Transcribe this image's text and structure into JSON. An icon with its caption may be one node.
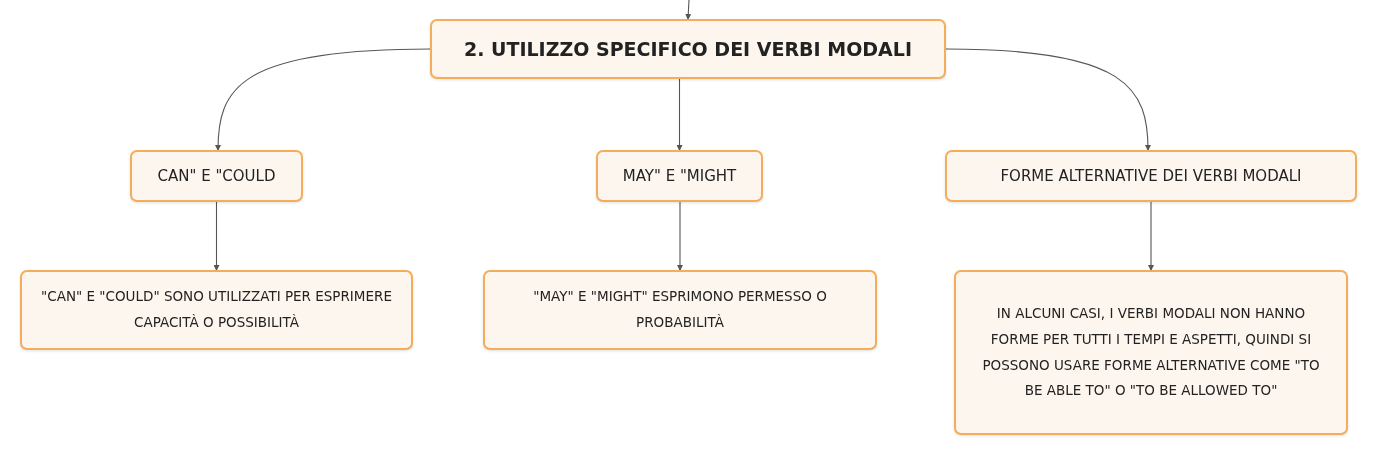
{
  "diagram": {
    "nodes": [
      {
        "text": [
          "2. UTILIZZO SPECIFICO DEI VERBI MODALI"
        ]
      },
      {
        "text": [
          "CAN\" E \"COULD"
        ]
      },
      {
        "text": [
          "MAY\" E \"MIGHT"
        ]
      },
      {
        "text": [
          "FORME ALTERNATIVE DEI VERBI MODALI"
        ]
      },
      {
        "text": [
          "\"CAN\" E \"COULD\" SONO UTILIZZATI PER ESPRIMERE CAPACITÀ O POSSIBILITÀ"
        ]
      },
      {
        "text": [
          "\"MAY\" E \"MIGHT\" ESPRIMONO PERMESSO O PROBABILITÀ"
        ]
      },
      {
        "text": [
          "IN ALCUNI CASI, I VERBI MODALI NON HANNO FORME PER TUTTI I TEMPI E ASPETTI, QUINDI SI POSSONO USARE FORME ALTERNATIVE COME \"TO BE ABLE TO\" O \"TO BE ALLOWED TO\""
        ]
      }
    ],
    "edges": [
      {
        "from": null,
        "to": 0,
        "arrow": "to"
      },
      {
        "from": 0,
        "to": 1,
        "arrow": "to"
      },
      {
        "from": 0,
        "to": 2,
        "arrow": "to"
      },
      {
        "from": 0,
        "to": 3,
        "arrow": "to"
      },
      {
        "from": 1,
        "to": 4,
        "arrow": "to"
      },
      {
        "from": 2,
        "to": 5,
        "arrow": "to"
      },
      {
        "from": 3,
        "to": 6,
        "arrow": "to"
      }
    ]
  }
}
